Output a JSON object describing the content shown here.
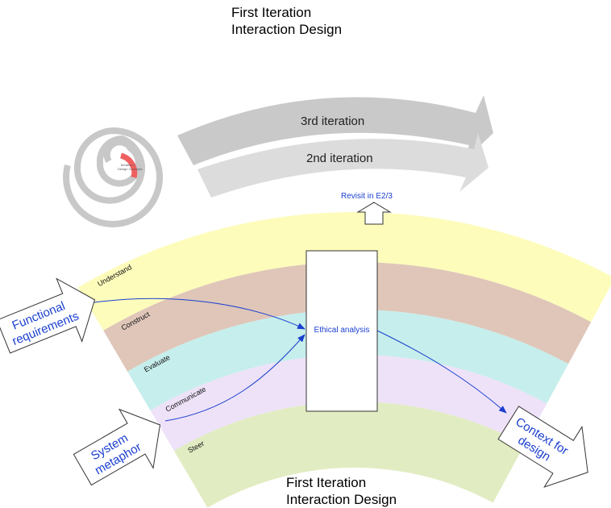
{
  "titles": {
    "top_line1": "First Iteration",
    "top_line2": "Interaction Design",
    "bottom_line1": "First Iteration",
    "bottom_line2": "Interaction Design"
  },
  "iterations": {
    "third": "3rd iteration",
    "second": "2nd iteration"
  },
  "spiral_thumbnail": {
    "line1": "Iteration 1",
    "line2": "Design Concepts"
  },
  "revisit": "Revisit in E2/3",
  "bands": [
    {
      "label": "Understand",
      "color": "#fdfcbb"
    },
    {
      "label": "Construct",
      "color": "#dfc6b9"
    },
    {
      "label": "Evaluate",
      "color": "#c6eeec"
    },
    {
      "label": "Communicate",
      "color": "#eee2f8"
    },
    {
      "label": "Steer",
      "color": "#e2ecc2"
    }
  ],
  "center_box": "Ethical analysis",
  "inputs": {
    "functional_1": "Functional",
    "functional_2": "requirements",
    "metaphor_1": "System",
    "metaphor_2": "metaphor"
  },
  "output": {
    "line1": "Context for",
    "line2": "design"
  },
  "colors": {
    "link": "#1a3fd0",
    "arrow_dark": "#c8c8c8",
    "arrow_light": "#dcdcdc"
  }
}
